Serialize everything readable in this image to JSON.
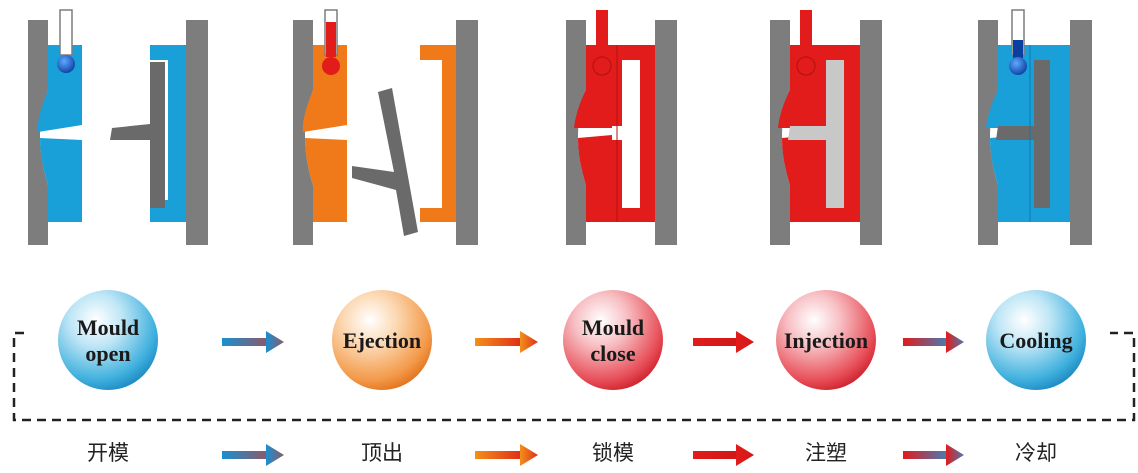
{
  "colors": {
    "steel": "#7d7d7d",
    "steel_dark": "#5f5f5f",
    "open": "#1aa0d8",
    "ejection": "#f07a1a",
    "hot": "#e21b1b",
    "cooling": "#1aa0d8",
    "light_grey": "#c8c8c8"
  },
  "steps": [
    {
      "label_lines": [
        "Mould",
        "open"
      ],
      "cn": "开模",
      "color": "#1aa0d8",
      "ball": "blue"
    },
    {
      "label_lines": [
        "Ejection"
      ],
      "cn": "顶出",
      "color": "#f07a1a",
      "ball": "orange"
    },
    {
      "label_lines": [
        "Mould",
        "close"
      ],
      "cn": "锁模",
      "color": "#e21b1b",
      "ball": "red"
    },
    {
      "label_lines": [
        "Injection"
      ],
      "cn": "注塑",
      "color": "#e21b1b",
      "ball": "red"
    },
    {
      "label_lines": [
        "Cooling"
      ],
      "cn": "冷却",
      "color": "#1aa0d8",
      "ball": "blue"
    }
  ],
  "arrows": [
    {
      "from": "#1a8fd0",
      "to": "#8a5a6a"
    },
    {
      "from": "#f2901a",
      "to": "#e0301a"
    },
    {
      "from": "#e21b1b",
      "to": "#d01818"
    },
    {
      "from": "#e21b1b",
      "to": "#4a7ab0"
    }
  ]
}
